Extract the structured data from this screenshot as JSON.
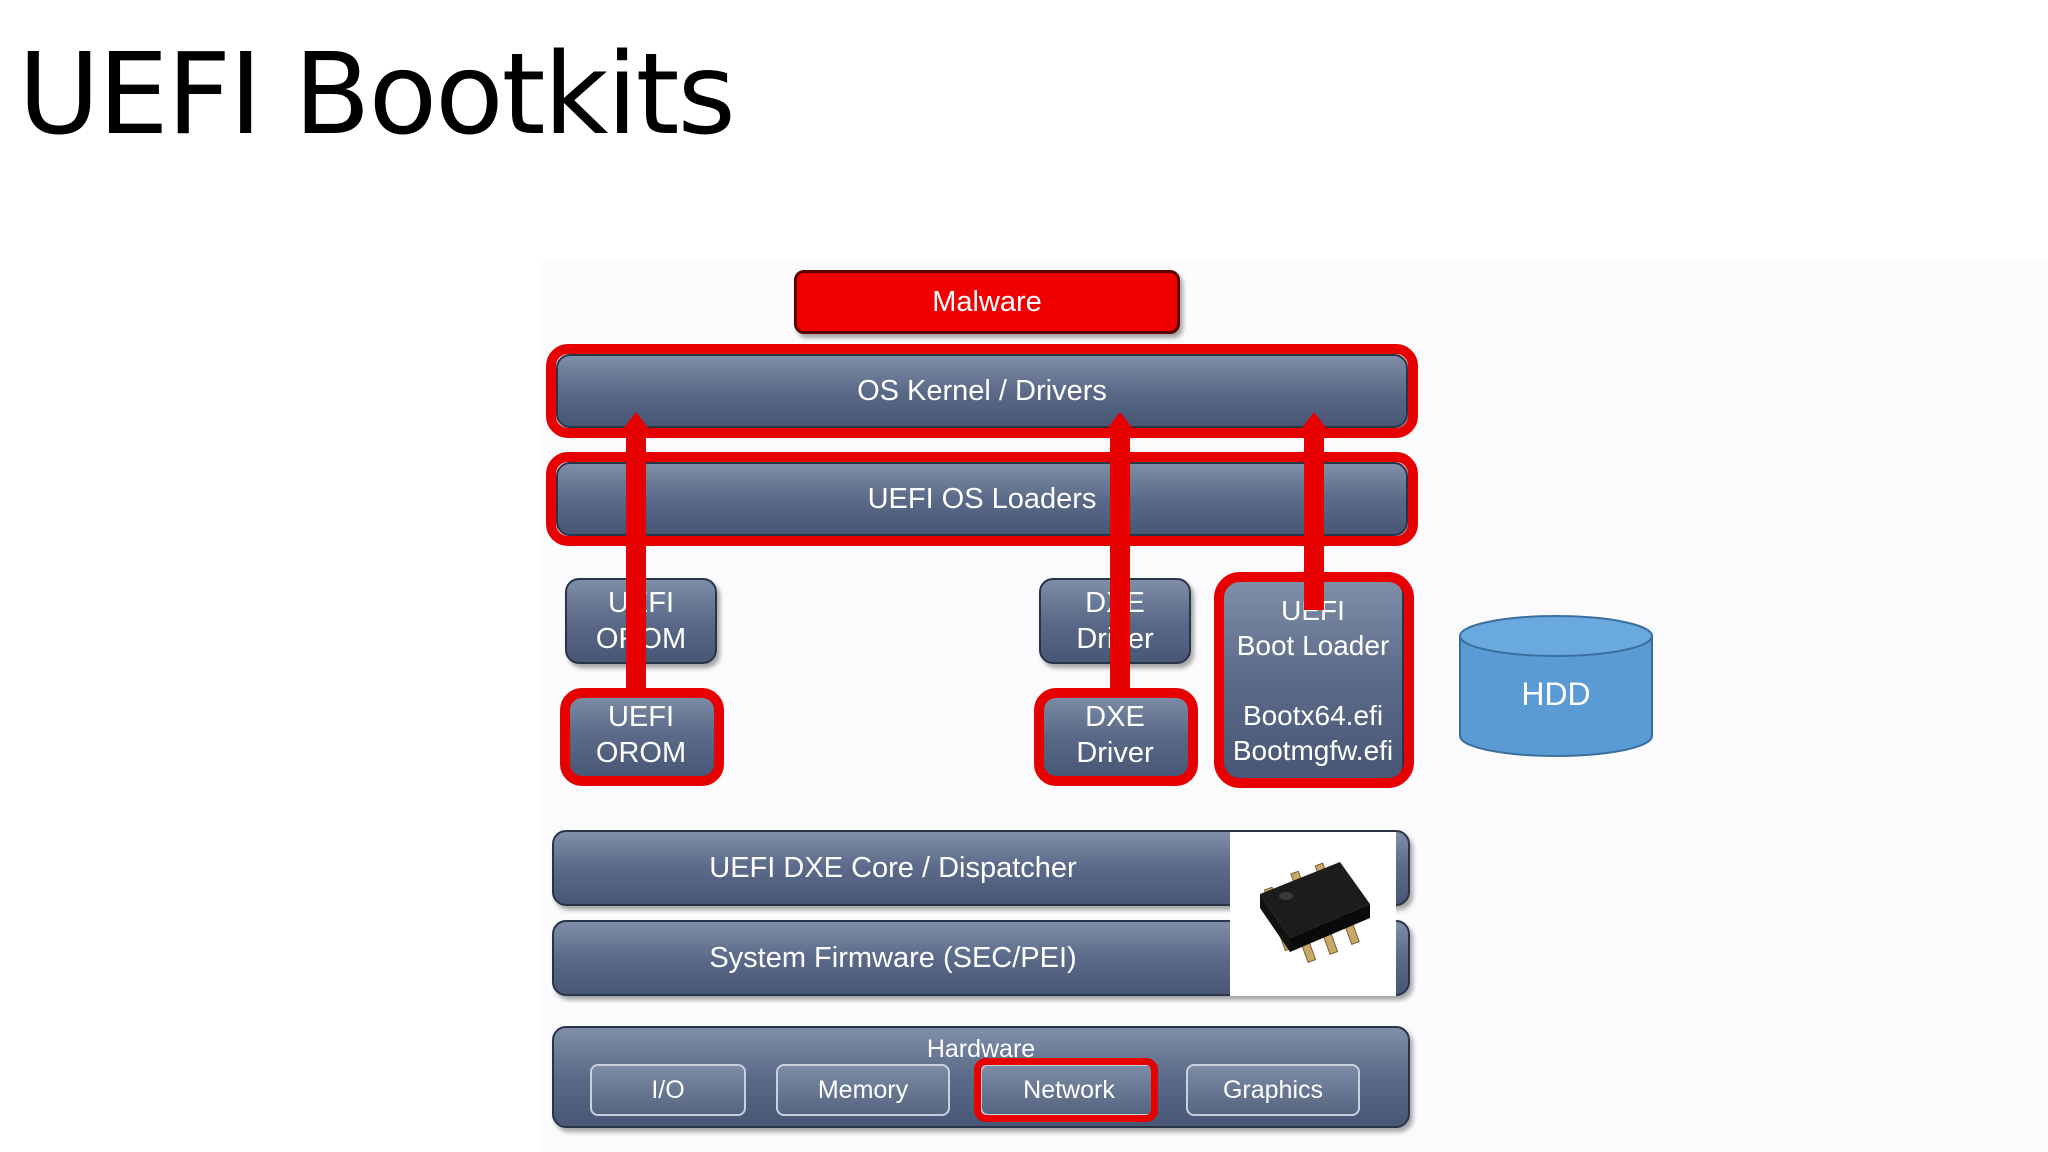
{
  "slide": {
    "title": "UEFI Bootkits"
  },
  "diagram": {
    "malware": "Malware",
    "os_kernel": "OS Kernel / Drivers",
    "uefi_os_loaders": "UEFI OS Loaders",
    "orom_top": "UEFI\nOROM",
    "orom_bottom": "UEFI\nOROM",
    "dxe_top": "DXE\nDriver",
    "dxe_bottom": "DXE\nDriver",
    "boot_loader": "UEFI\nBoot Loader\n\nBootx64.efi\nBootmgfw.efi",
    "hdd": "HDD",
    "dxe_core": "UEFI DXE Core / Dispatcher",
    "system_firmware": "System Firmware (SEC/PEI)",
    "hardware": {
      "label": "Hardware",
      "io": "I/O",
      "memory": "Memory",
      "network": "Network",
      "graphics": "Graphics"
    }
  },
  "colors": {
    "highlight": "#e60000",
    "block": "#5a6a88",
    "hdd": "#5b9bd5"
  },
  "icons": {
    "chip": "ic-chip-icon"
  }
}
